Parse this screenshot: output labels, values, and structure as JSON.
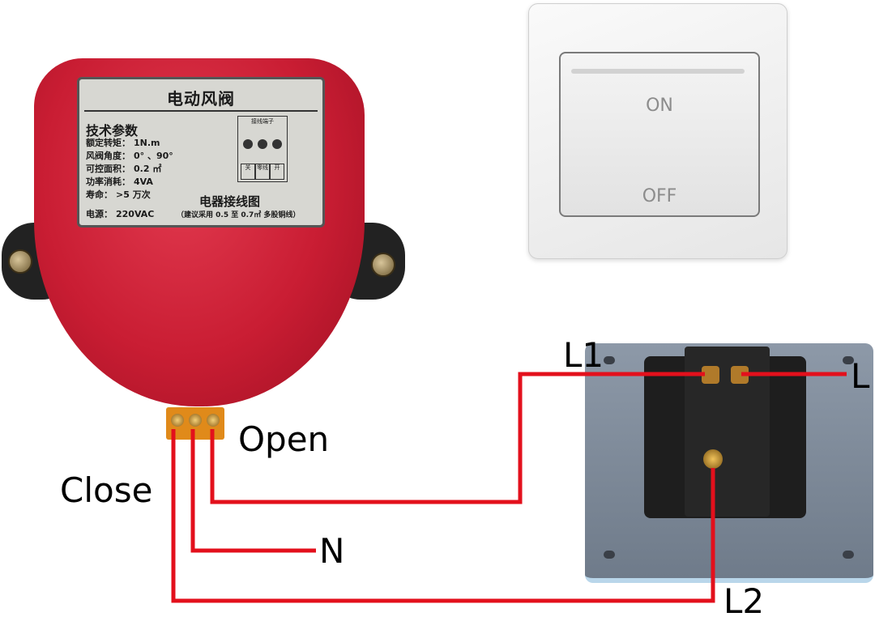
{
  "actuator": {
    "title": "电动风阀",
    "subtitle": "技术参数",
    "specs": [
      {
        "k": "额定转矩：",
        "v": "1N.m"
      },
      {
        "k": "风阀角度：",
        "v": "0° 、90°"
      },
      {
        "k": "可控面积：",
        "v": "0.2 ㎡"
      },
      {
        "k": "功率消耗：",
        "v": "4VA"
      },
      {
        "k": "寿命：",
        "v": ">5 万次"
      },
      {
        "k": "电源：",
        "v": "220VAC"
      }
    ],
    "terminal_box_title": "接线端子",
    "terminal_labels": [
      "关",
      "零线",
      "开"
    ],
    "wiring_title": "电器接线图",
    "wiring_note": "（建议采用 0.5 至 0.7㎡ 多股铜线）"
  },
  "switch_front": {
    "on_label": "ON",
    "off_label": "OFF"
  },
  "labels": {
    "open": "Open",
    "close": "Close",
    "n": "N",
    "l1": "L1",
    "l": "L",
    "l2": "L2"
  },
  "colors": {
    "wire": "#e3101c",
    "actuator_red": "#c91d33",
    "terminal_orange": "#e08a1a",
    "back_plate": "#7f8b99"
  }
}
